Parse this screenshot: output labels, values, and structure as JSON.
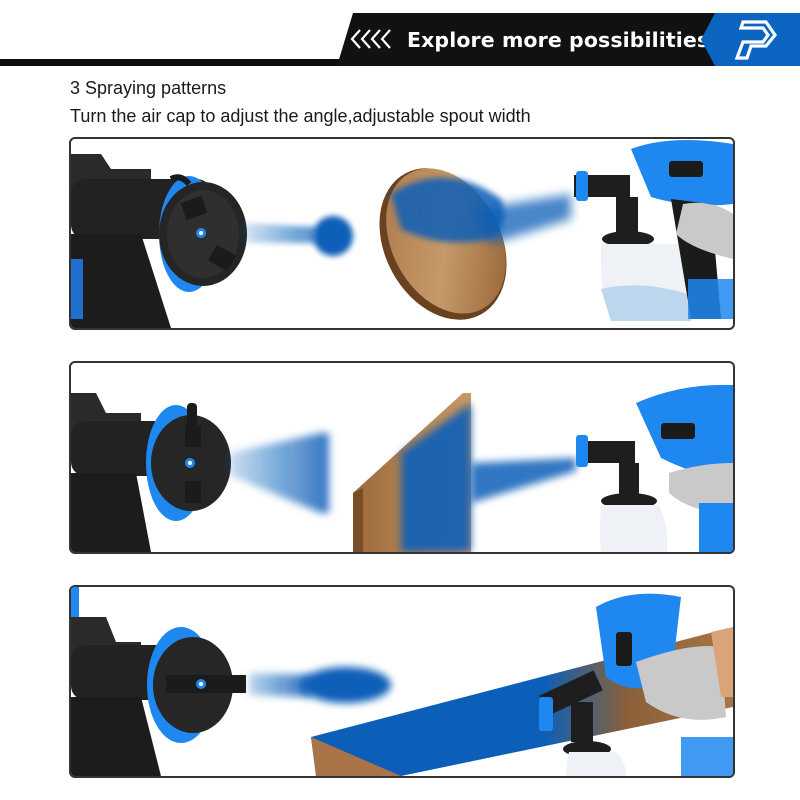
{
  "banner": {
    "title": "Explore more possibilities",
    "chevron_icon": "quadruple-left-chevron-icon",
    "logo_icon": "brand-p-logo-icon",
    "colors": {
      "black": "#111111",
      "blue": "#0b64c0",
      "text": "#ffffff"
    }
  },
  "intro": {
    "subtitle": "3 Spraying patterns",
    "description": "Turn the air cap to adjust the angle,adjustable spout width"
  },
  "patterns": [
    {
      "id": "round",
      "label": "Round spray pattern",
      "target": "round wooden disc",
      "spray_shape": "narrow cone with round dot"
    },
    {
      "id": "vertical",
      "label": "Vertical fan spray pattern",
      "target": "upright wooden board",
      "spray_shape": "vertical fan"
    },
    {
      "id": "horizontal",
      "label": "Horizontal fan spray pattern",
      "target": "horizontal wooden plank",
      "spray_shape": "horizontal oval fan"
    }
  ],
  "colors": {
    "accent_blue": "#1e88f0",
    "paint_blue": "#0b5fb8",
    "tool_black": "#1f1f1f",
    "wood": "#b98a56",
    "panel_border": "#333333"
  }
}
